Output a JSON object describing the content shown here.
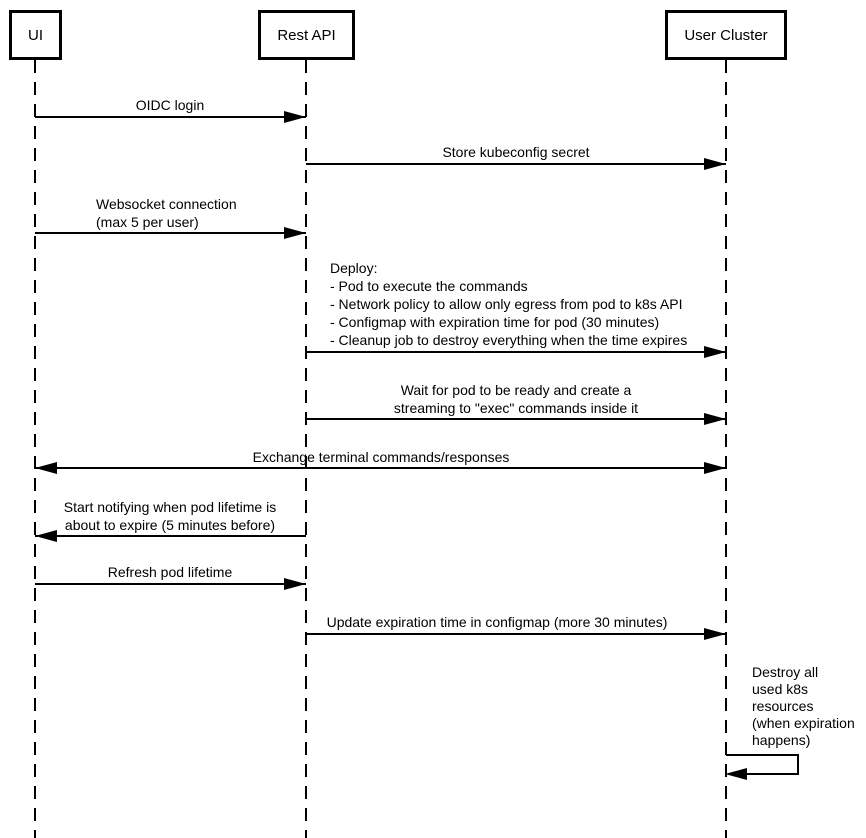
{
  "diagram": {
    "actors": [
      {
        "label": "UI"
      },
      {
        "label": "Rest API"
      },
      {
        "label": "User Cluster"
      }
    ],
    "messages": [
      {
        "from": "UI",
        "to": "Rest API",
        "arrow": "right",
        "label": "OIDC login"
      },
      {
        "from": "Rest API",
        "to": "User Cluster",
        "arrow": "right",
        "label": "Store kubeconfig secret"
      },
      {
        "from": "UI",
        "to": "Rest API",
        "arrow": "right",
        "label": "Websocket connection\n(max 5 per user)"
      },
      {
        "from": "Rest API",
        "to": "User Cluster",
        "arrow": "right",
        "label": "Deploy:\n- Pod to execute the commands\n- Network policy to allow only egress from pod to k8s API\n- Configmap with expiration time for pod (30 minutes)\n- Cleanup job to destroy everything when the time expires"
      },
      {
        "from": "Rest API",
        "to": "User Cluster",
        "arrow": "right",
        "label": "Wait for pod to be ready and create a\nstreaming to \"exec\" commands inside it"
      },
      {
        "from": "UI",
        "to": "User Cluster",
        "arrow": "both",
        "label": "Exchange terminal commands/responses"
      },
      {
        "from": "Rest API",
        "to": "UI",
        "arrow": "left",
        "label": "Start notifying when pod lifetime is\nabout to expire (5 minutes before)"
      },
      {
        "from": "UI",
        "to": "Rest API",
        "arrow": "right",
        "label": "Refresh pod lifetime"
      },
      {
        "from": "Rest API",
        "to": "User Cluster",
        "arrow": "right",
        "label": "Update expiration time in configmap (more 30 minutes)"
      },
      {
        "from": "User Cluster",
        "to": "User Cluster",
        "arrow": "self",
        "label": "Destroy all\nused k8s\nresources\n(when expiration\nhappens)"
      }
    ]
  }
}
